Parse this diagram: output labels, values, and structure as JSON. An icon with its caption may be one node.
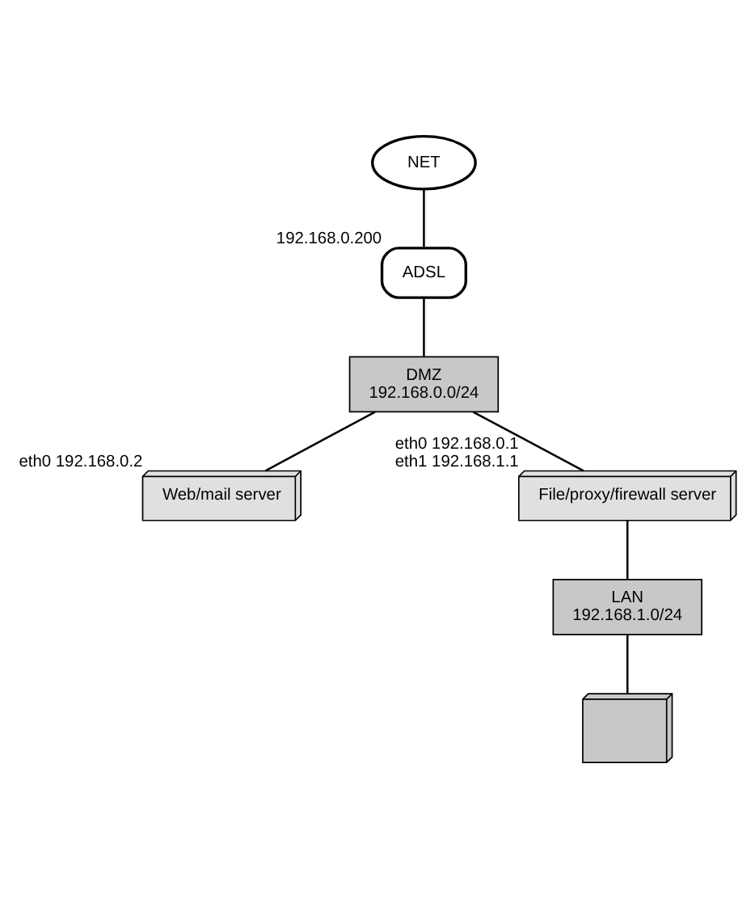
{
  "diagram": {
    "nodes": [
      {
        "text": [
          "NET"
        ]
      },
      {
        "text": [
          "ADSL"
        ],
        "beside": [
          "192.168.0.200"
        ]
      },
      {
        "text": [
          "DMZ",
          "192.168.0.0/24"
        ]
      },
      {
        "text": [
          "Web/mail server"
        ],
        "beside": [
          "eth0 192.168.0.2"
        ]
      },
      {
        "text": [
          "File/proxy/firewall server"
        ],
        "beside": [
          "eth0 192.168.0.1",
          "eth1 192.168.1.1"
        ]
      },
      {
        "text": [
          "LAN",
          "192.168.1.0/24"
        ]
      },
      {
        "text": [],
        "shape": "computer"
      }
    ],
    "edges": [
      {
        "from": 0,
        "to": 1,
        "arrow": "none"
      },
      {
        "from": 1,
        "to": 2,
        "arrow": "none"
      },
      {
        "from": 2,
        "to": 3,
        "arrow": "none"
      },
      {
        "from": 2,
        "to": 4,
        "arrow": "none"
      },
      {
        "from": 4,
        "to": 5,
        "arrow": "none"
      },
      {
        "from": 5,
        "to": 6,
        "arrow": "none"
      }
    ]
  }
}
